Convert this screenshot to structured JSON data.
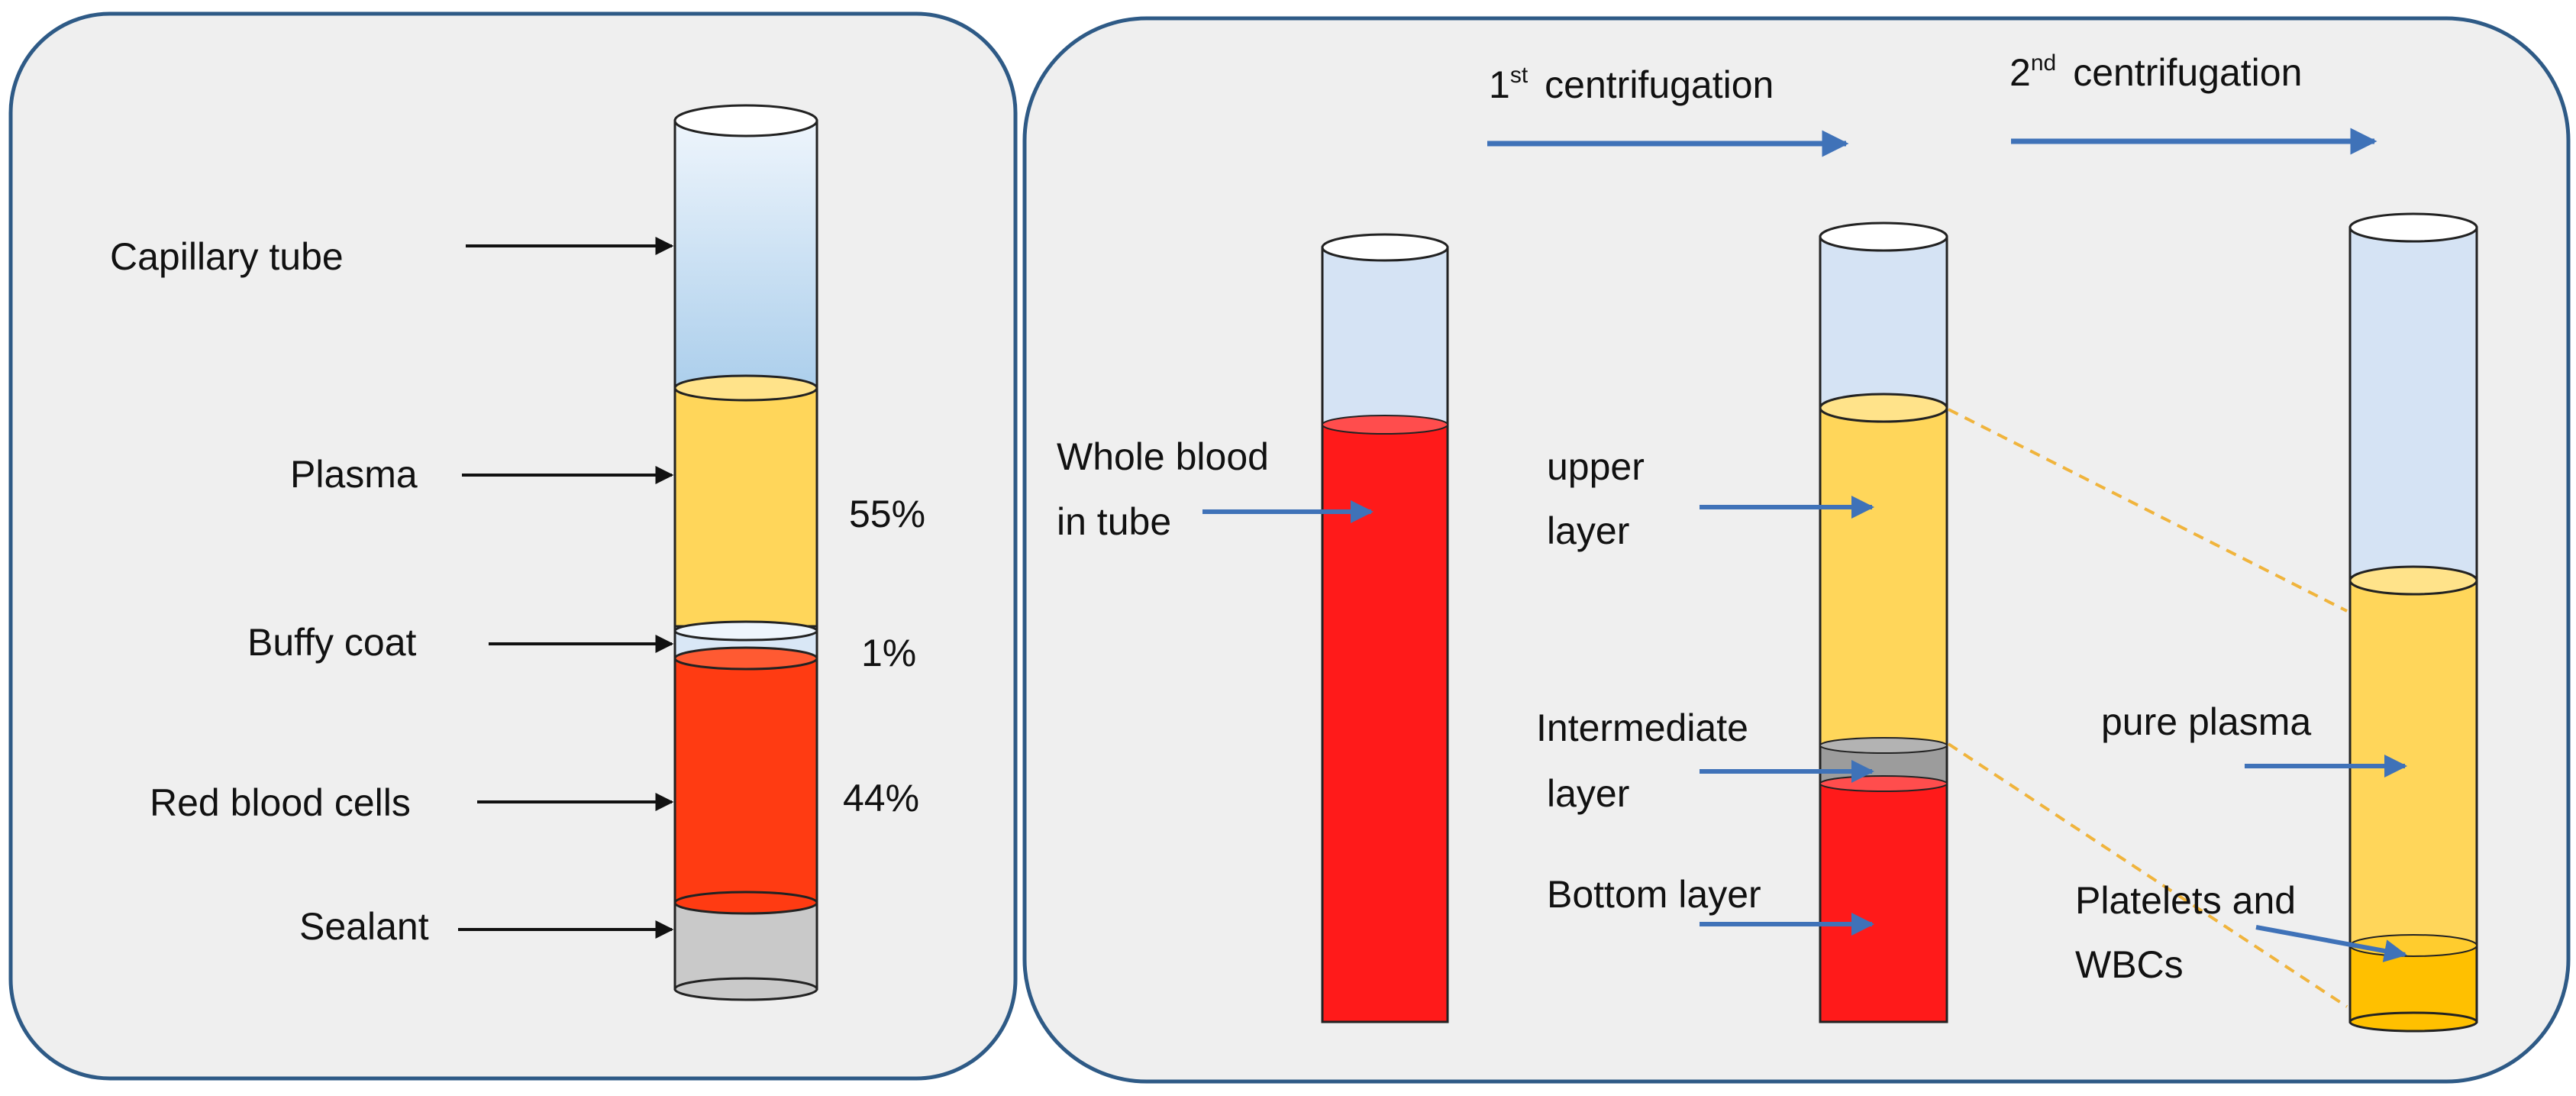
{
  "left_panel": {
    "labels": {
      "capillary_tube": "Capillary tube",
      "plasma": "Plasma",
      "buffy_coat": "Buffy coat",
      "red_blood_cells": "Red blood cells",
      "sealant": "Sealant"
    },
    "percentages": {
      "plasma": "55%",
      "buffy_coat": "1%",
      "red_blood_cells": "44%"
    }
  },
  "right_panel": {
    "step1": {
      "superscript": "st",
      "number": "1",
      "label": "centrifugation"
    },
    "step2": {
      "superscript": "nd",
      "number": "2",
      "label": "centrifugation"
    },
    "tube1": {
      "label_line1": "Whole blood",
      "label_line2": "in tube"
    },
    "tube2": {
      "upper_line1": "upper",
      "upper_line2": "layer",
      "intermediate_line1": "Intermediate",
      "intermediate_line2": "layer",
      "bottom": "Bottom layer"
    },
    "tube3": {
      "pure_plasma": "pure plasma",
      "platelets_line1": "Platelets and",
      "platelets_line2": "WBCs"
    }
  },
  "colors": {
    "panel_bg": "#efefef",
    "panel_border": "#2e5a86",
    "arrow_blue": "#3f72b8",
    "plasma_yellow": "#ffd65a",
    "red": "#ff1a1a",
    "rbc_orange_red": "#ff3b12",
    "tube_empty": "#d5e3f4",
    "sealant_gray": "#c9c9c9",
    "intermediate_gray": "#9c9c9c",
    "platelet_amber": "#ffc000",
    "dashed_orange": "#f0b43c"
  }
}
